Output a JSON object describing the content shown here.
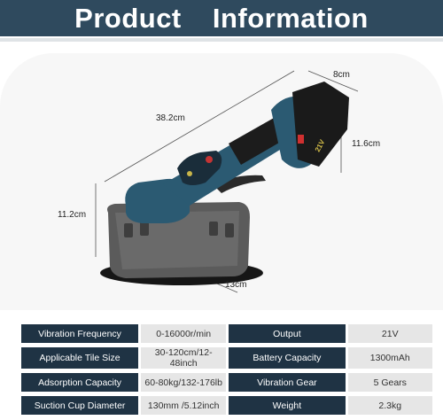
{
  "header": {
    "title": "Product Information"
  },
  "dimensions": {
    "length": "38.2cm",
    "width": "8cm",
    "battery_height": "11.6cm",
    "height": "11.2cm",
    "base_width": "13cm"
  },
  "battery": {
    "label": "21V"
  },
  "colors": {
    "banner": "#2f4a5e",
    "label_cell": "#1f3344",
    "value_cell": "#e6e6e6",
    "tool_body": "#2b5a72"
  },
  "specs": [
    {
      "label": "Vibration Frequency",
      "value": "0-16000r/min",
      "label2": "Output",
      "value2": "21V"
    },
    {
      "label": "Applicable Tile Size",
      "value": "30-120cm/12-48inch",
      "label2": "Battery Capacity",
      "value2": "1300mAh"
    },
    {
      "label": "Adsorption Capacity",
      "value": "60-80kg/132-176lb",
      "label2": "Vibration Gear",
      "value2": "5 Gears"
    },
    {
      "label": "Suction Cup Diameter",
      "value": "130mm /5.12inch",
      "label2": "Weight",
      "value2": "2.3kg"
    }
  ]
}
